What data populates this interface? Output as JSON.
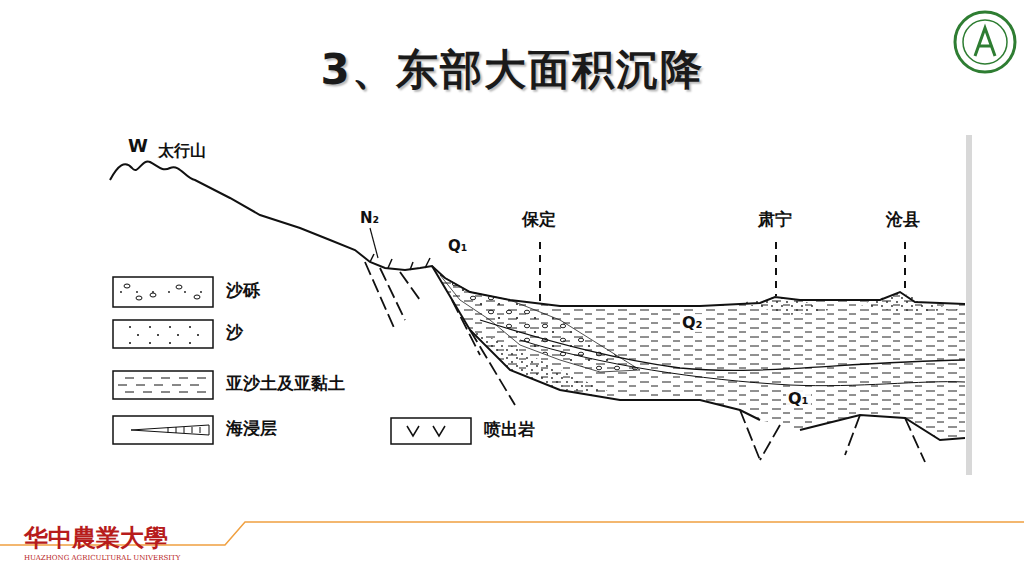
{
  "diagram": {
    "title": "3、东部大面积沉降",
    "labels": [
      "W",
      "太行山",
      "N₂",
      "Q₁",
      "保定",
      "肃宁",
      "沧县",
      "Q₂",
      "Q₁",
      "华中農業大學",
      "HUAZHONG AGRICULTURAL UNIVERSITY"
    ],
    "legend": [
      {
        "text": "沙砾"
      },
      {
        "text": "沙"
      },
      {
        "text": "亚沙土及亚黏土"
      },
      {
        "text": "海浸层"
      },
      {
        "text": "喷出岩"
      }
    ]
  }
}
